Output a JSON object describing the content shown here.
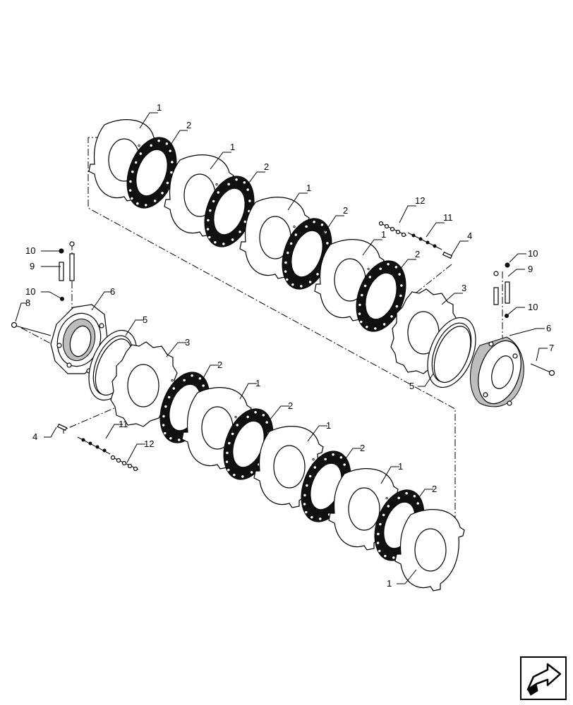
{
  "callouts": [
    {
      "id": "c1",
      "label": "1"
    },
    {
      "id": "c2",
      "label": "2"
    },
    {
      "id": "c3",
      "label": "1"
    },
    {
      "id": "c4",
      "label": "2"
    },
    {
      "id": "c5",
      "label": "1"
    },
    {
      "id": "c6",
      "label": "2"
    },
    {
      "id": "c7",
      "label": "1"
    },
    {
      "id": "c8",
      "label": "2"
    },
    {
      "id": "c9",
      "label": "3"
    },
    {
      "id": "c10",
      "label": "12"
    },
    {
      "id": "c11",
      "label": "11"
    },
    {
      "id": "c12",
      "label": "4"
    },
    {
      "id": "c13",
      "label": "10"
    },
    {
      "id": "c14",
      "label": "9"
    },
    {
      "id": "c15",
      "label": "10"
    },
    {
      "id": "c16",
      "label": "6"
    },
    {
      "id": "c17",
      "label": "7"
    },
    {
      "id": "c18",
      "label": "5"
    },
    {
      "id": "c19",
      "label": "10"
    },
    {
      "id": "c20",
      "label": "9"
    },
    {
      "id": "c21",
      "label": "10"
    },
    {
      "id": "c22",
      "label": "8"
    },
    {
      "id": "c23",
      "label": "6"
    },
    {
      "id": "c24",
      "label": "5"
    },
    {
      "id": "c25",
      "label": "3"
    },
    {
      "id": "c26",
      "label": "2"
    },
    {
      "id": "c27",
      "label": "1"
    },
    {
      "id": "c28",
      "label": "2"
    },
    {
      "id": "c29",
      "label": "1"
    },
    {
      "id": "c30",
      "label": "2"
    },
    {
      "id": "c31",
      "label": "1"
    },
    {
      "id": "c32",
      "label": "2"
    },
    {
      "id": "c33",
      "label": "11"
    },
    {
      "id": "c34",
      "label": "12"
    },
    {
      "id": "c35",
      "label": "4"
    },
    {
      "id": "c36",
      "label": "1"
    }
  ],
  "icons": {
    "nav": "next-page-arrow-icon"
  }
}
